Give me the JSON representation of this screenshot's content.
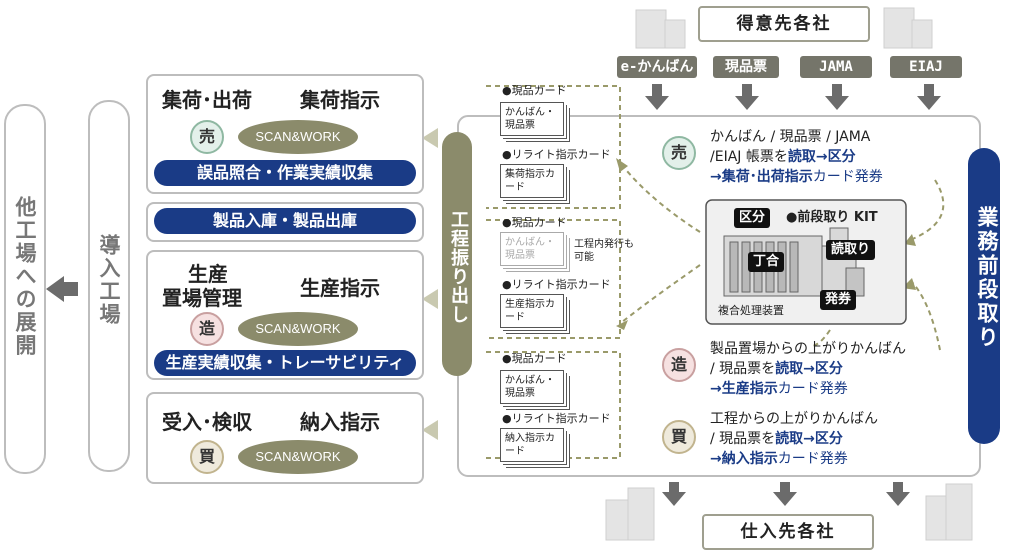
{
  "customers": {
    "title": "得意先各社",
    "formats": [
      "e-かんばん",
      "現品票",
      "JAMA",
      "EIAJ"
    ]
  },
  "suppliers": {
    "title": "仕入先各社"
  },
  "expansion": {
    "label": "他工場への展開"
  },
  "factory": {
    "label": "導入工場"
  },
  "issue": {
    "label": "工程振り出し"
  },
  "pre_process": {
    "label": "業務前段取り"
  },
  "process_boxes": {
    "sell": {
      "main": "集荷･出荷",
      "instruction": "集荷指示",
      "badge": "売",
      "oval": "SCAN&WORK",
      "bar": "誤品照合・作業実績収集"
    },
    "stock": {
      "bar": "製品入庫・製品出庫"
    },
    "make": {
      "main_line1": "生産",
      "main_line2": "置場管理",
      "instruction": "生産指示",
      "badge": "造",
      "oval": "SCAN&WORK",
      "bar": "生産実績収集・トレーサビリティ"
    },
    "buy": {
      "main": "受入･検収",
      "instruction": "納入指示",
      "badge": "買",
      "oval": "SCAN&WORK"
    }
  },
  "cards": {
    "label_genpin": "●現品カード",
    "label_rewrite": "●リライト指示カード",
    "sell_genpin": "かんばん・現品票",
    "sell_rewrite": "集荷指示カード",
    "make_genpin": "かんばん・現品票",
    "make_note": "工程内発行も可能",
    "make_rewrite": "生産指示カード",
    "buy_genpin": "かんばん・現品票",
    "buy_rewrite": "納入指示カード"
  },
  "machine": {
    "kit_label": "●前段取り KIT",
    "sort": "区分",
    "read": "読取り",
    "collate": "丁合",
    "issue": "発券",
    "caption": "複合処理装置"
  },
  "descriptions": {
    "sell": {
      "badge": "売",
      "line1": "かんばん / 現品票 / JAMA",
      "line2_a": "/EIAJ 帳票を",
      "line2_b": "読取→区分",
      "line3_a": "→集荷･出荷指示",
      "line3_b": "カード発券"
    },
    "make": {
      "badge": "造",
      "line1": "製品置場からの上がりかんばん",
      "line2_a": "/ 現品票を",
      "line2_b": "読取→区分",
      "line3_a": "→生産指示",
      "line3_b": "カード発券"
    },
    "buy": {
      "badge": "買",
      "line1": "工程からの上がりかんばん",
      "line2_a": "/ 現品票を",
      "line2_b": "読取→区分",
      "line3_a": "→納入指示",
      "line3_b": "カード発券"
    }
  },
  "colors": {
    "navy": "#1a3b86",
    "olive": "#8b8b6b",
    "gray_arrow": "#6b6b6b",
    "dash": "#9a9a6a"
  }
}
